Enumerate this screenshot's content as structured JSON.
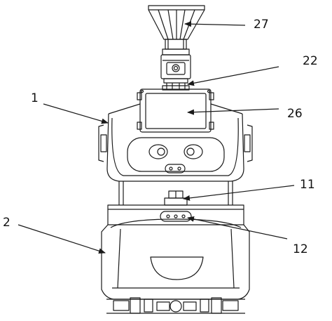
{
  "labels": {
    "l27": "27",
    "l22": "22",
    "l1": "1",
    "l26": "26",
    "l11": "11",
    "l2": "2",
    "l12": "12"
  },
  "colors": {
    "line": "#1a1a1a",
    "paper": "#ffffff"
  }
}
